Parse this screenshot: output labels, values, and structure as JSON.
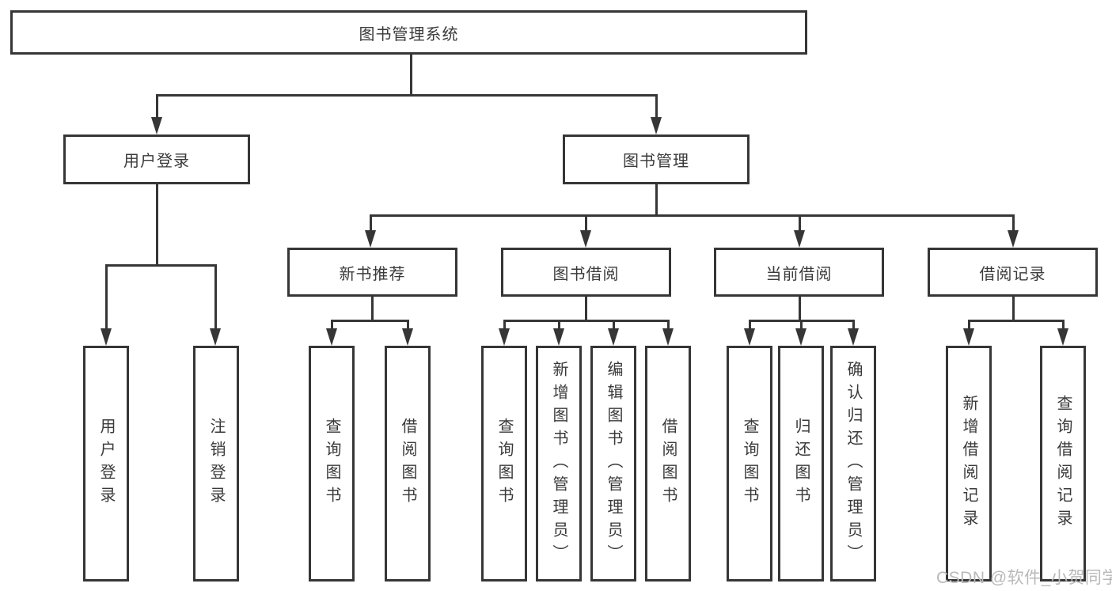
{
  "title": {
    "label": "图书管理系统"
  },
  "branches": {
    "user_login": {
      "label": "用户登录",
      "leaves": [
        {
          "label": "用户登录"
        },
        {
          "label": "注销登录"
        }
      ]
    },
    "book_management": {
      "label": "图书管理",
      "sections": [
        {
          "label": "新书推荐",
          "leaves": [
            {
              "label": "查询图书"
            },
            {
              "label": "借阅图书"
            }
          ]
        },
        {
          "label": "图书借阅",
          "leaves": [
            {
              "label": "查询图书"
            },
            {
              "label": "新增图书（管理员）"
            },
            {
              "label": "编辑图书（管理员）"
            },
            {
              "label": "借阅图书"
            }
          ]
        },
        {
          "label": "当前借阅",
          "leaves": [
            {
              "label": "查询图书"
            },
            {
              "label": "归还图书"
            },
            {
              "label": "确认归还（管理员）"
            }
          ]
        },
        {
          "label": "借阅记录",
          "leaves": [
            {
              "label": "新增借阅记录"
            },
            {
              "label": "查询借阅记录"
            }
          ]
        }
      ]
    }
  },
  "watermark": "CSDN @软件_小贺同学",
  "colors": {
    "line": "#363636",
    "text": "#3a3a3a",
    "box_background": "#ffffff",
    "watermark": "#b9b9b9"
  }
}
